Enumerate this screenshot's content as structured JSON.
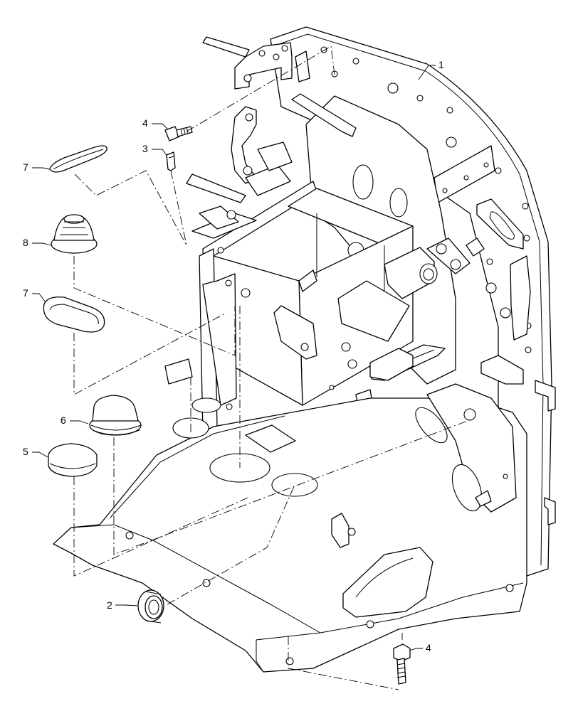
{
  "callouts": [
    {
      "id": "c1",
      "text": "1"
    },
    {
      "id": "c2",
      "text": "2"
    },
    {
      "id": "c3",
      "text": "3"
    },
    {
      "id": "c4a",
      "text": "4"
    },
    {
      "id": "c4b",
      "text": "4"
    },
    {
      "id": "c5",
      "text": "5"
    },
    {
      "id": "c6",
      "text": "6"
    },
    {
      "id": "c7a",
      "text": "7"
    },
    {
      "id": "c7b",
      "text": "7"
    },
    {
      "id": "c8",
      "text": "8"
    }
  ]
}
